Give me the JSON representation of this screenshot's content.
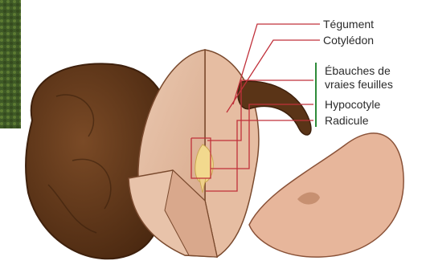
{
  "diagram": {
    "labels": {
      "tegument": "Tégument",
      "cotyledon": "Cotylédon",
      "ebauches_line1": "Ébauches de",
      "ebauches_line2": "vraies feuilles",
      "hypocotyle": "Hypocotyle",
      "radicule": "Radicule"
    },
    "colors": {
      "seed_coat": "#6b3f1f",
      "seed_coat_dark": "#4a2810",
      "cotyledon_flesh": "#e2b49a",
      "cotyledon_light": "#eac8b0",
      "cotyledon_shadow": "#cf9a80",
      "embryo": "#f3dca0",
      "leader_line": "#c0303a",
      "bracket": "#2e8b3a",
      "foliage": "#4d6b2e"
    }
  }
}
